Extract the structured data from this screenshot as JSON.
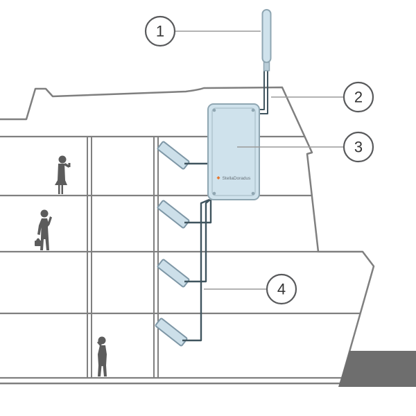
{
  "callouts": [
    {
      "number": "1"
    },
    {
      "number": "2"
    },
    {
      "number": "3"
    },
    {
      "number": "4"
    }
  ],
  "booster": {
    "brand": "StellaDoradus"
  },
  "colors": {
    "outline": "#7f7f7f",
    "device_fill": "#cfe2ec",
    "device_stroke": "#8fa6b2",
    "panel_fill": "#ccdfe9",
    "cable": "#3f545e",
    "silhouette": "#5c5c5c",
    "water": "#6e6e6e",
    "callout_stroke": "#58595b",
    "callout_text": "#333333",
    "leader": "#9a9a9a"
  }
}
